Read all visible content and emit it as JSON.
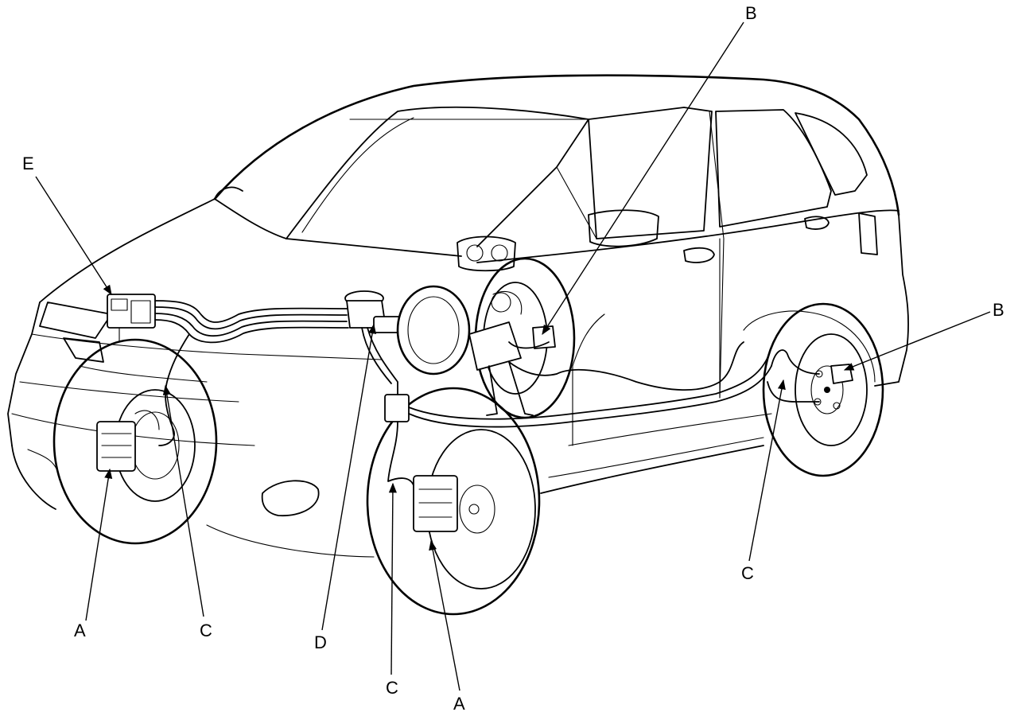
{
  "callouts": {
    "a1": "A",
    "a2": "A",
    "b1": "B",
    "b2": "B",
    "c1": "C",
    "c2": "C",
    "c3": "C",
    "d": "D",
    "e": "E"
  }
}
